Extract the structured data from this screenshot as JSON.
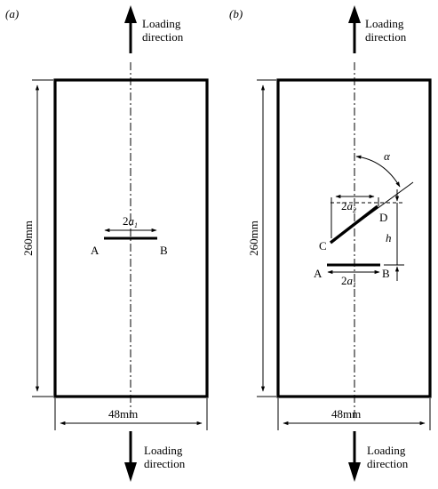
{
  "panel_a": {
    "tag": "(a)",
    "load_top_line1": "Loading",
    "load_top_line2": "direction",
    "load_bottom_line1": "Loading",
    "load_bottom_line2": "direction",
    "height_label": "260mm",
    "width_label": "48mm",
    "crack_prefix": "2",
    "crack_var": "a",
    "crack_sub": "1",
    "point_a": "A",
    "point_b": "B"
  },
  "panel_b": {
    "tag": "(b)",
    "load_top_line1": "Loading",
    "load_top_line2": "direction",
    "load_bottom_line1": "Loading",
    "load_bottom_line2": "direction",
    "height_label": "260mm",
    "width_label": "48mm",
    "angle_label": "α",
    "crack2_prefix": "2",
    "crack2_var": "a",
    "crack2_sub": "2",
    "crack1_prefix": "2",
    "crack1_var": "a",
    "crack1_sub": "1",
    "point_c": "C",
    "point_d": "D",
    "point_a": "A",
    "point_b": "B",
    "spacing_label": "h"
  }
}
